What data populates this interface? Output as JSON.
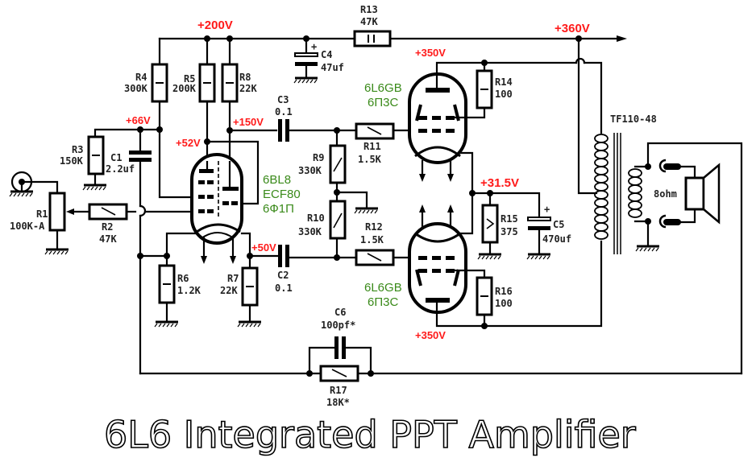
{
  "title": "6L6 Integrated PPT Amplifier",
  "voltages": {
    "v200": "+200V",
    "v360": "+360V",
    "v350_top": "+350V",
    "v350_bottom": "+350V",
    "v66": "+66V",
    "v52": "+52V",
    "v150": "+150V",
    "v50": "+50V",
    "v31_5": "+31.5V"
  },
  "tubes": {
    "driver": {
      "lines": [
        "6BL8",
        "ECF80",
        "6Ф1П"
      ]
    },
    "output_top": {
      "lines": [
        "6L6GB",
        "6П3С"
      ]
    },
    "output_bottom": {
      "lines": [
        "6L6GB",
        "6П3С"
      ]
    }
  },
  "components": {
    "R1": {
      "name": "R1",
      "value": "100K-A"
    },
    "R2": {
      "name": "R2",
      "value": "47K"
    },
    "R3": {
      "name": "R3",
      "value": "150K"
    },
    "R4": {
      "name": "R4",
      "value": "300K"
    },
    "R5": {
      "name": "R5",
      "value": "200K"
    },
    "R6": {
      "name": "R6",
      "value": "1.2K"
    },
    "R7": {
      "name": "R7",
      "value": "22K"
    },
    "R8": {
      "name": "R8",
      "value": "22K"
    },
    "R9": {
      "name": "R9",
      "value": "330K"
    },
    "R10": {
      "name": "R10",
      "value": "330K"
    },
    "R11": {
      "name": "R11",
      "value": "1.5K"
    },
    "R12": {
      "name": "R12",
      "value": "1.5K"
    },
    "R13": {
      "name": "R13",
      "value": "47K"
    },
    "R14": {
      "name": "R14",
      "value": "100"
    },
    "R15": {
      "name": "R15",
      "value": "375"
    },
    "R16": {
      "name": "R16",
      "value": "100"
    },
    "R17": {
      "name": "R17",
      "value": "18K*"
    },
    "C1": {
      "name": "C1",
      "value": "2.2uf"
    },
    "C2": {
      "name": "C2",
      "value": "0.1"
    },
    "C3": {
      "name": "C3",
      "value": "0.1"
    },
    "C4": {
      "name": "C4",
      "value": "47uf"
    },
    "C5": {
      "name": "C5",
      "value": "470uf"
    },
    "C6": {
      "name": "C6",
      "value": "100pf*"
    }
  },
  "transformer": {
    "name": "TF110-48"
  },
  "speaker": {
    "impedance": "8ohm"
  },
  "colors": {
    "voltage": "#ff1a1a",
    "tube_label": "#3a8a1a",
    "wire": "#000000"
  }
}
